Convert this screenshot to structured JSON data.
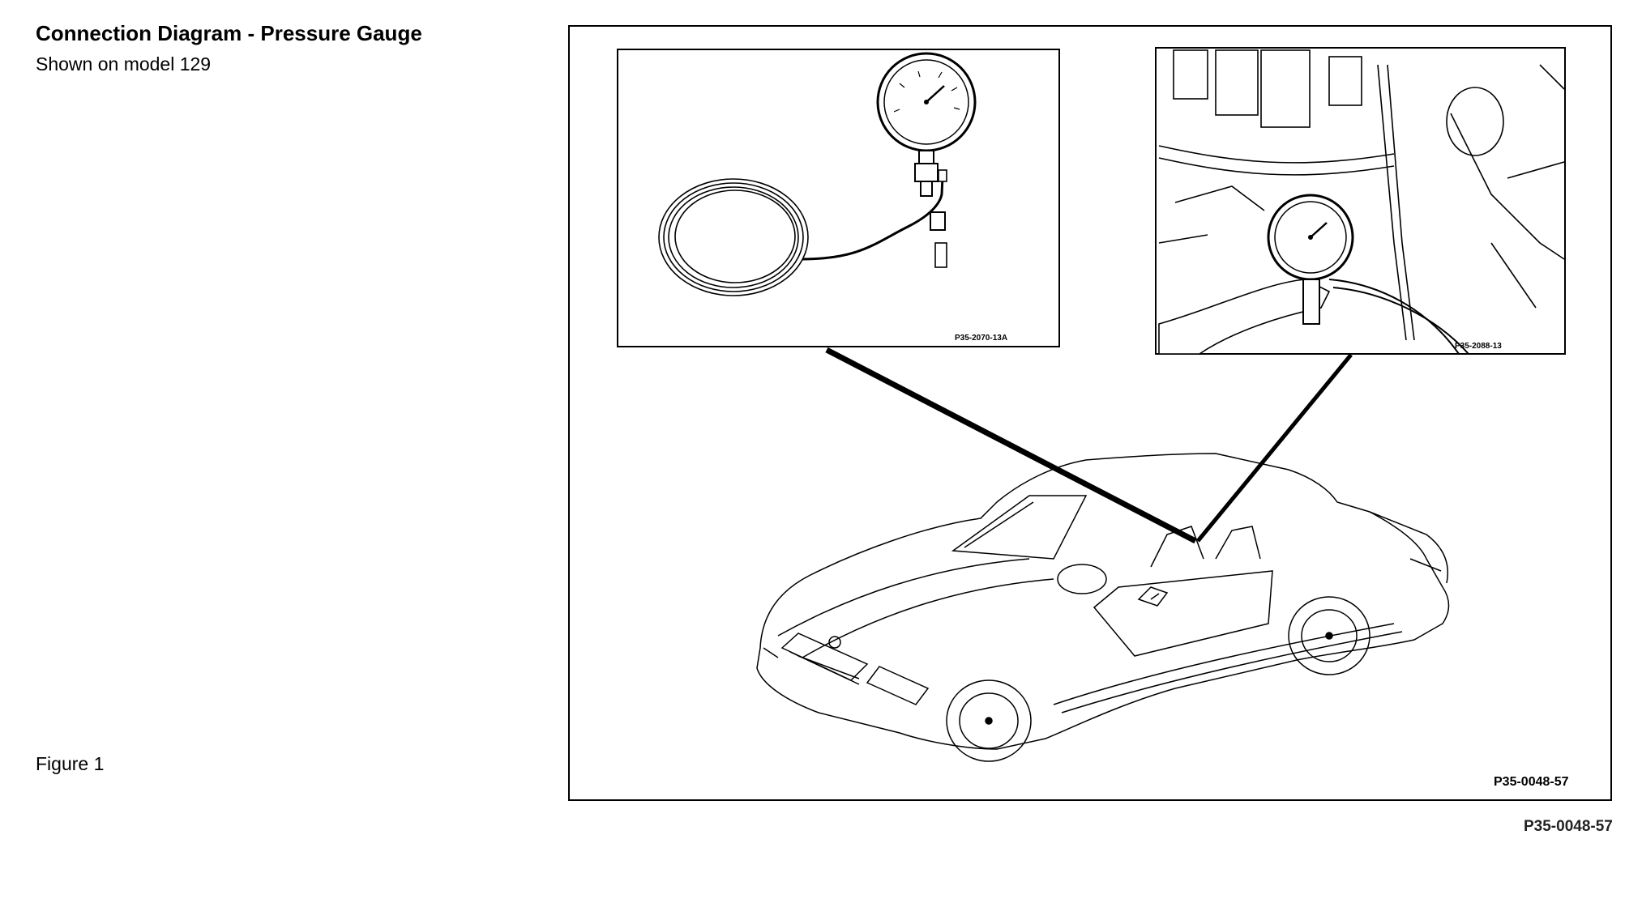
{
  "header": {
    "title": "Connection Diagram - Pressure Gauge",
    "subtitle": "Shown on model 129"
  },
  "figure": {
    "label": "Figure 1",
    "frame_code": "P35-0048-57",
    "caption_code": "P35-0048-57",
    "inset_left_code": "P35-2070-13A",
    "inset_right_code": "P35-2088-13"
  }
}
